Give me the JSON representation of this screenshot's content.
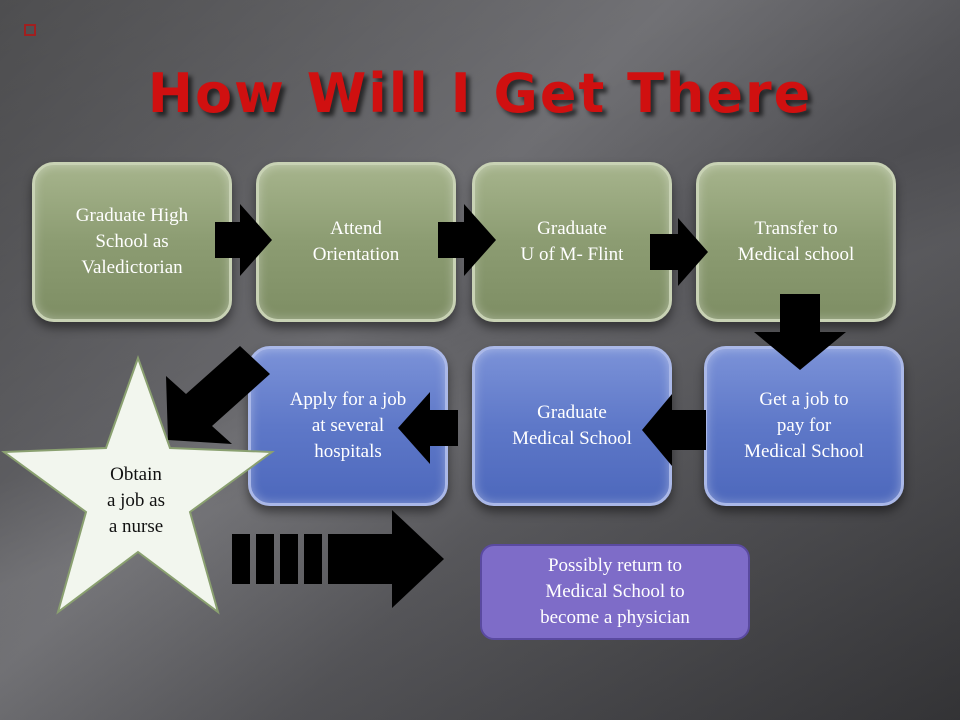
{
  "title": "How Will I Get There",
  "steps_row1": [
    {
      "label": "Graduate High\nSchool as\nValedictorian"
    },
    {
      "label": "Attend\nOrientation"
    },
    {
      "label": "Graduate\nU of M- Flint"
    },
    {
      "label": "Transfer to\nMedical school"
    }
  ],
  "steps_row2": [
    {
      "label": "Apply for a job\nat several\nhospitals"
    },
    {
      "label": "Graduate\nMedical School"
    },
    {
      "label": "Get a job to\npay for\nMedical School"
    }
  ],
  "star_label": "Obtain\na job as\na nurse",
  "final_step": "Possibly return to\nMedical School to\nbecome a physician",
  "colors": {
    "title": "#d01010",
    "green_box": "#8c9c72",
    "blue_box": "#5e78c8",
    "purple_box": "#7e6cc8",
    "star_fill": "#f2f6ee",
    "star_stroke": "#8aa070"
  }
}
